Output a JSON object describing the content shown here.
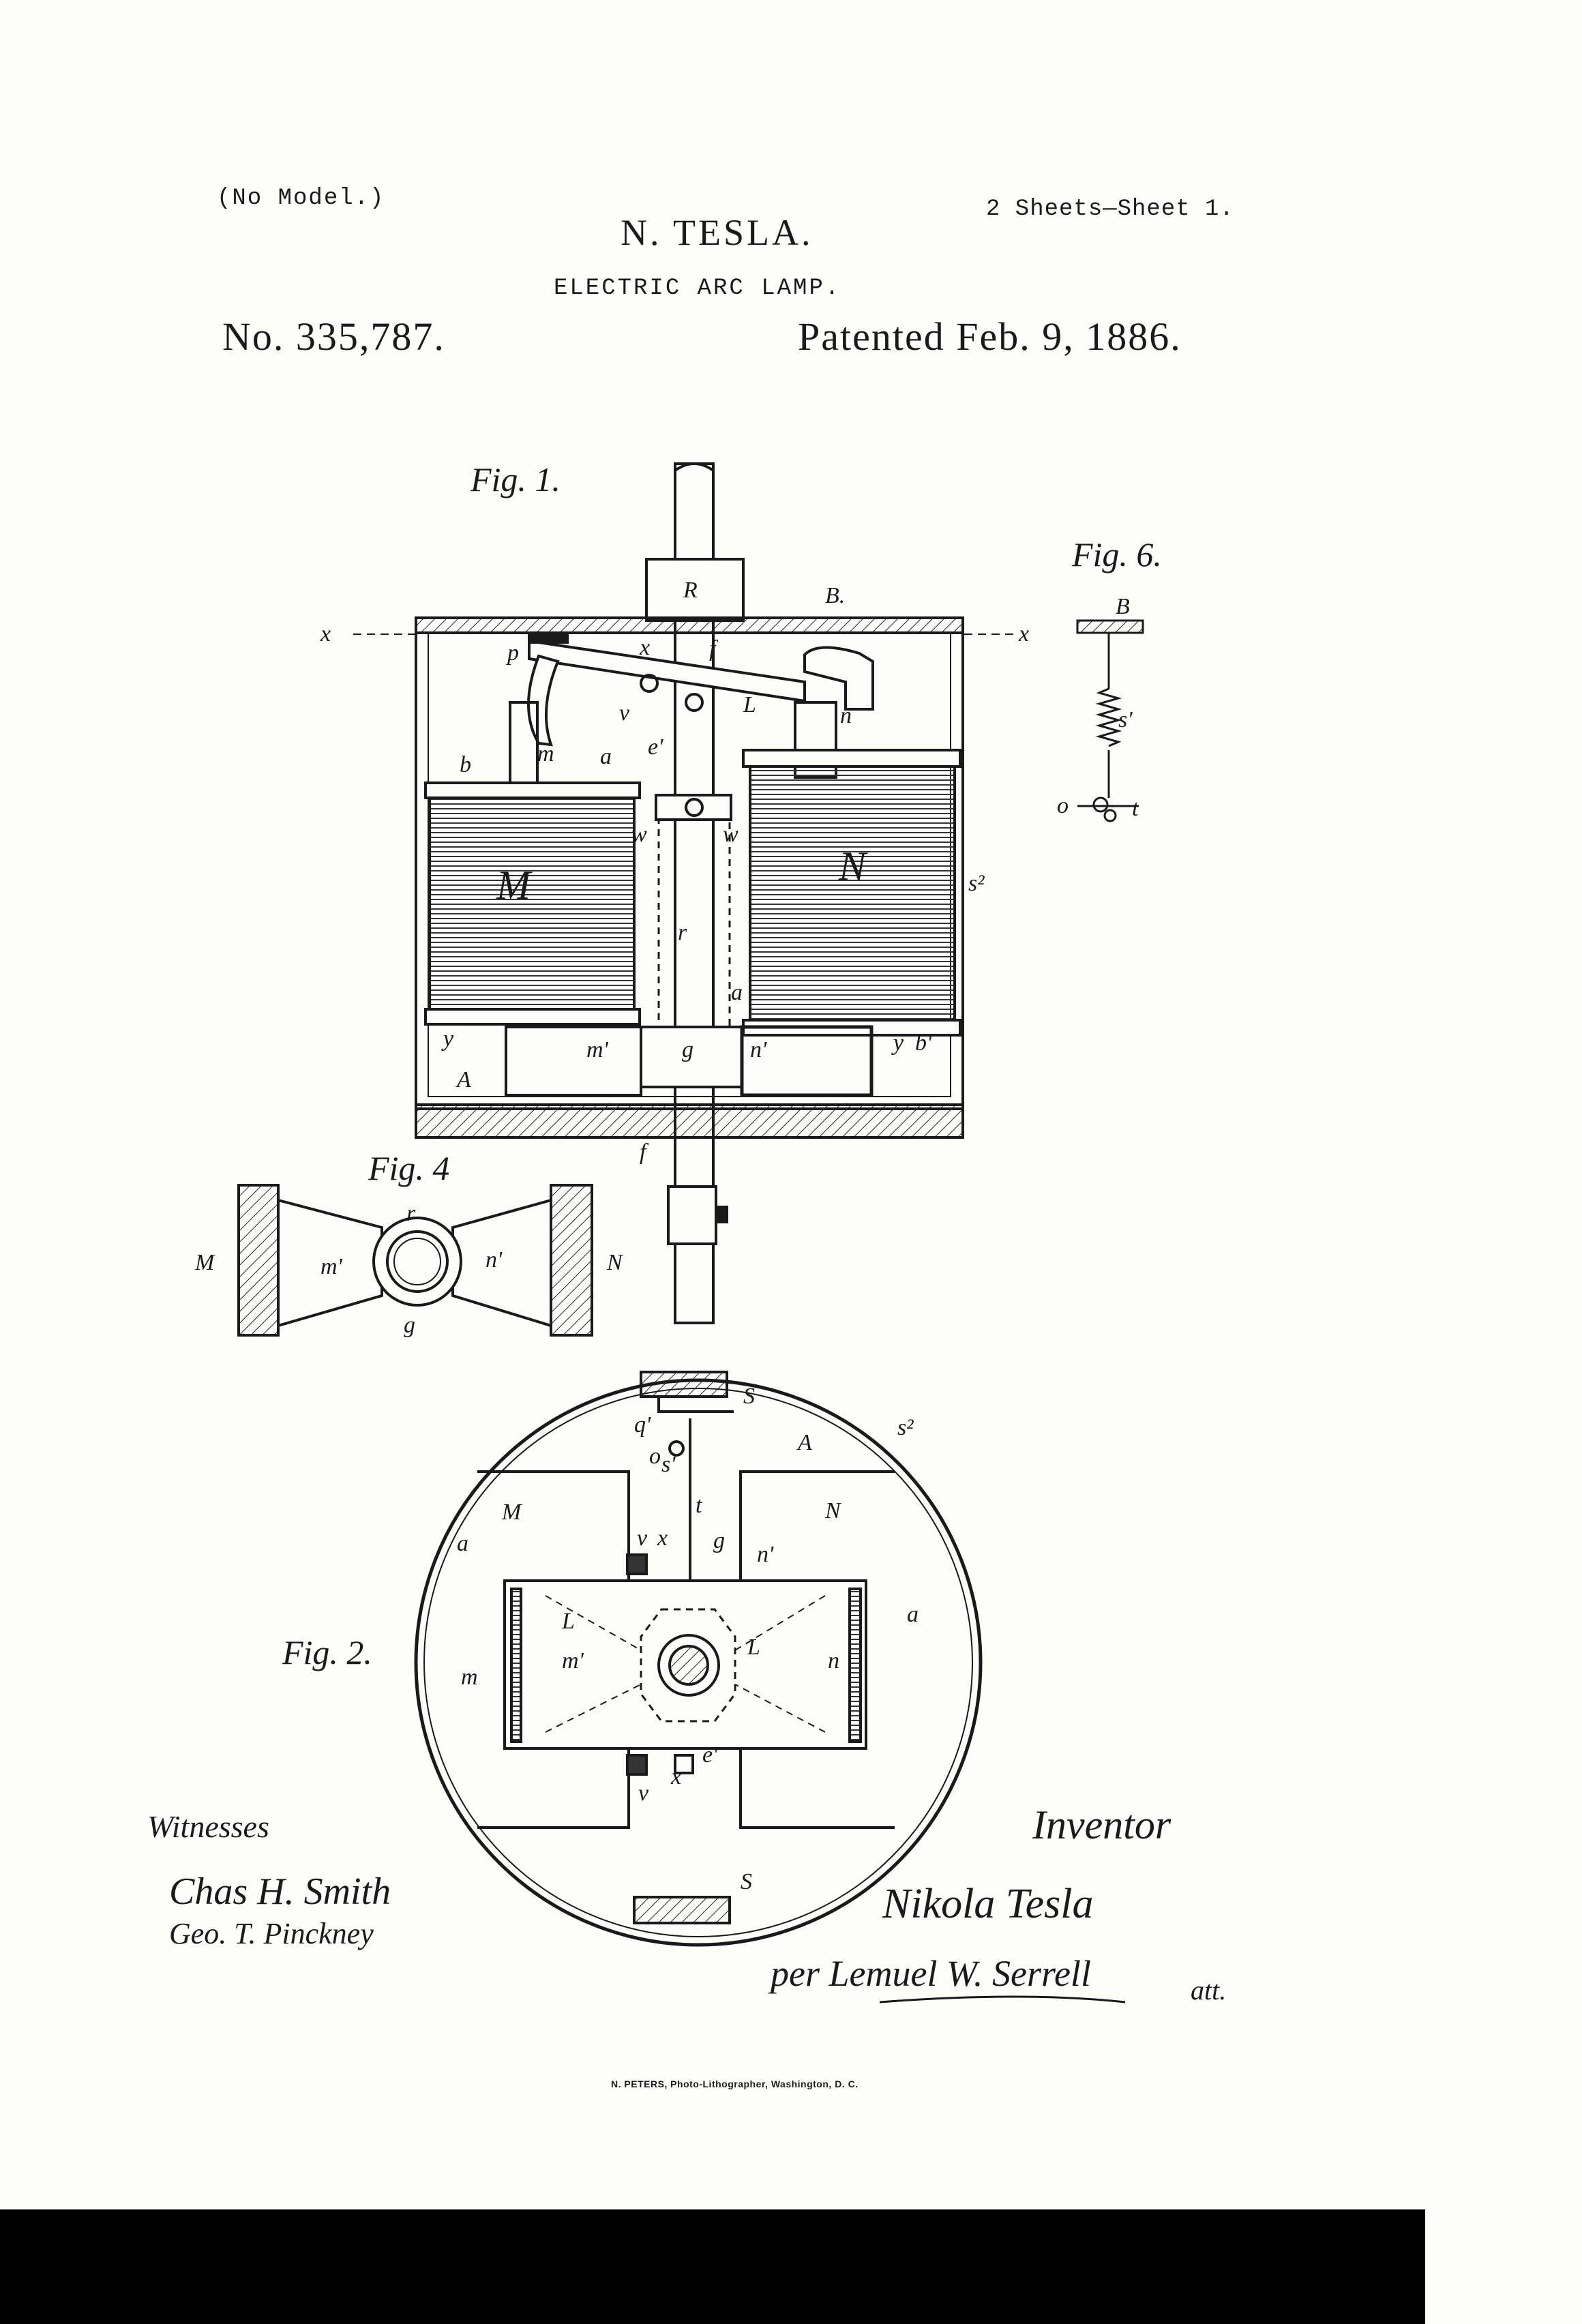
{
  "header": {
    "model_note": "(No Model.)",
    "inventor_name": "N. TESLA.",
    "sheet_info": "2 Sheets—Sheet 1.",
    "invention_title": "ELECTRIC ARC LAMP.",
    "patent_number": "No. 335,787.",
    "patent_date": "Patented Feb. 9, 1886."
  },
  "figures": {
    "fig1": {
      "label": "Fig. 1.",
      "letters": {
        "R": "R",
        "B": "B.",
        "x": "x",
        "x2": "x",
        "p": "p",
        "f": "f",
        "f2": "f",
        "L": "L",
        "v": "v",
        "e": "e'",
        "n": "n",
        "b": "b",
        "b2": "b'",
        "m": "m",
        "a": "a",
        "a2": "a",
        "w": "w",
        "w2": "w",
        "M": "M",
        "N": "N",
        "r": "r",
        "s2": "s²",
        "y": "y",
        "y2": "y",
        "m1": "m'",
        "g": "g",
        "n1": "n'",
        "A": "A"
      }
    },
    "fig6": {
      "label": "Fig. 6.",
      "letters": {
        "B": "B",
        "s1": "s'",
        "o": "o",
        "t": "t"
      }
    },
    "fig4": {
      "label": "Fig. 4",
      "letters": {
        "M": "M",
        "m1": "m'",
        "r": "r",
        "n1": "n'",
        "N": "N",
        "g": "g"
      }
    },
    "fig2": {
      "label": "Fig. 2.",
      "letters": {
        "S": "S",
        "S2": "s²",
        "q": "q'",
        "o": "o",
        "s1": "s'",
        "A": "A",
        "t": "t",
        "M": "M",
        "N": "N",
        "a": "a",
        "a2": "a",
        "v": "v",
        "x": "x",
        "g": "g",
        "n1": "n'",
        "L": "L",
        "L2": "L",
        "m1": "m'",
        "m": "m",
        "n": "n",
        "x2": "x",
        "e1": "e'",
        "v2": "v",
        "S3": "S"
      }
    }
  },
  "signatures": {
    "witnesses_label": "Witnesses",
    "witness_1": "Chas H. Smith",
    "witness_2": "Geo. T. Pinckney",
    "inventor_label": "Inventor",
    "inventor_signature": "Nikola Tesla",
    "attorney": "per Lemuel W. Serrell",
    "att_suffix": "att."
  },
  "printer": "N. PETERS, Photo-Lithographer, Washington, D. C."
}
